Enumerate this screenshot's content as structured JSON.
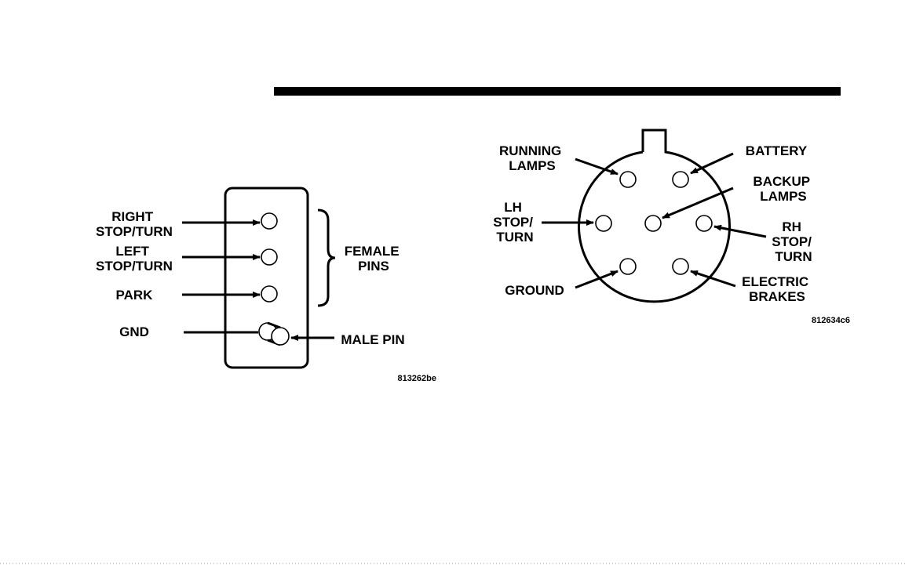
{
  "header_bar_color": "#000000",
  "four_pin": {
    "labels": {
      "right_stop_turn": [
        "RIGHT",
        "STOP/TURN"
      ],
      "left_stop_turn": [
        "LEFT",
        "STOP/TURN"
      ],
      "park": "PARK",
      "gnd": "GND",
      "female_pins": [
        "FEMALE",
        "PINS"
      ],
      "male_pin": "MALE PIN"
    },
    "figure_code": "813262be"
  },
  "seven_pin": {
    "labels": {
      "running_lamps": [
        "RUNNING",
        "LAMPS"
      ],
      "battery": "BATTERY",
      "backup_lamps": [
        "BACKUP",
        "LAMPS"
      ],
      "lh_stop_turn": [
        "LH",
        "STOP/",
        "TURN"
      ],
      "rh_stop_turn": [
        "RH",
        "STOP/",
        "TURN"
      ],
      "ground": "GROUND",
      "electric_brakes": [
        "ELECTRIC",
        "BRAKES"
      ]
    },
    "figure_code": "812634c6"
  }
}
